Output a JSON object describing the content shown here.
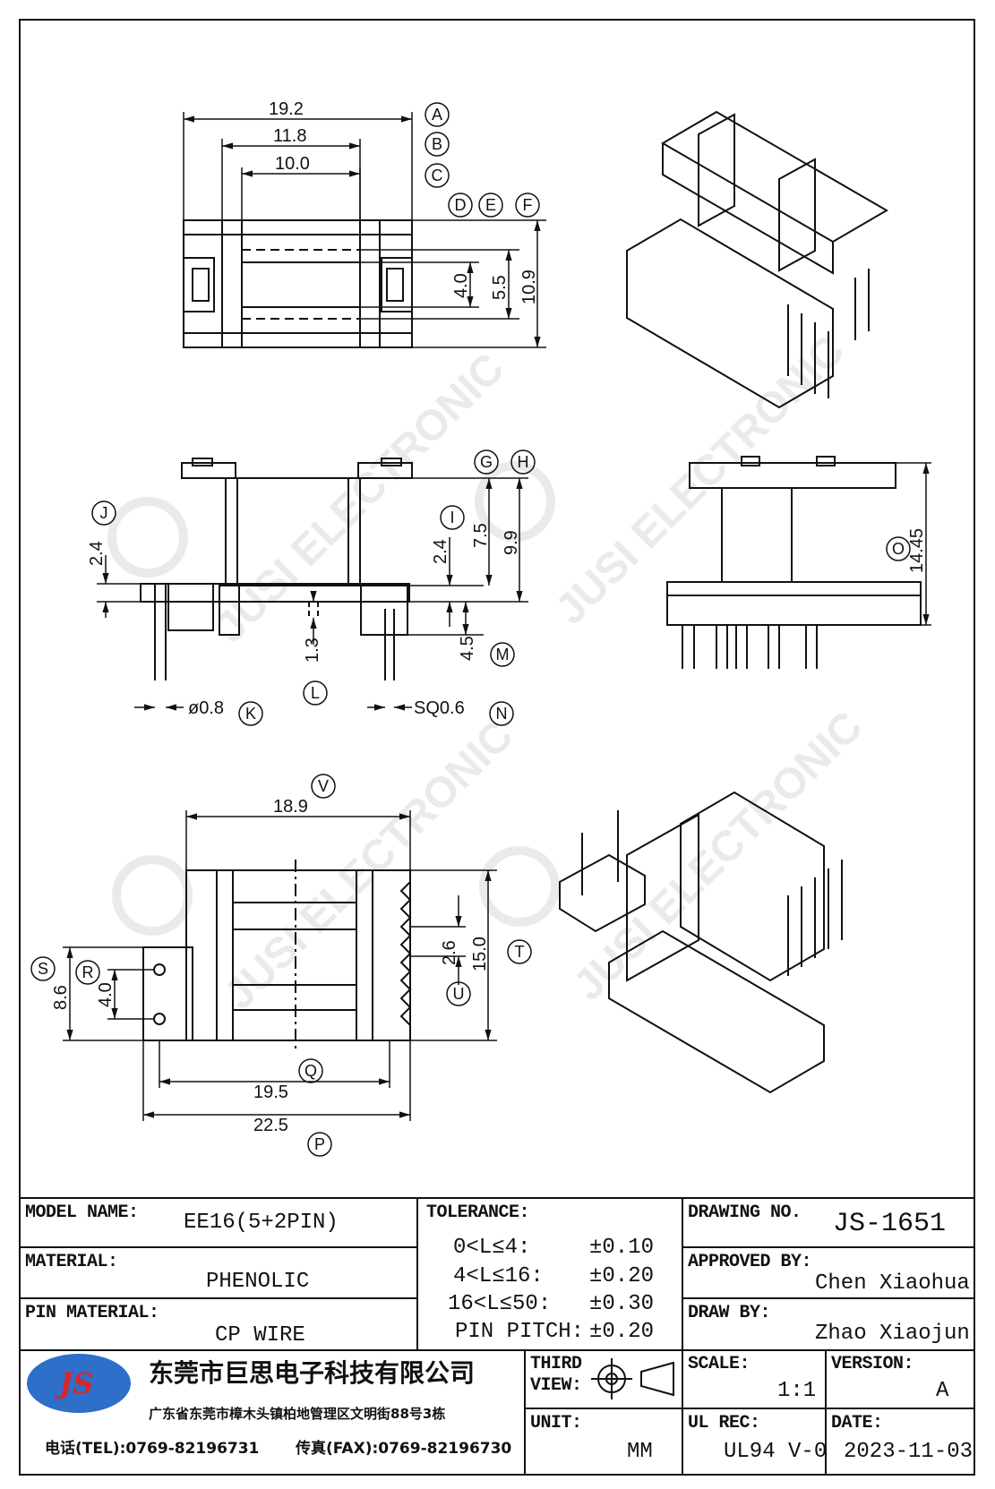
{
  "dimensions": {
    "top_view": [
      "19.2",
      "11.8",
      "10.0",
      "10.9",
      "5.5",
      "4.0"
    ],
    "top_view_markers": [
      "A",
      "B",
      "C",
      "D",
      "E",
      "F"
    ],
    "front_view": [
      "9.9",
      "7.5",
      "2.4",
      "2.4",
      "1.3",
      "4.5",
      "ø0.8",
      "SQ0.6"
    ],
    "front_view_markers": [
      "G",
      "H",
      "J",
      "I",
      "K",
      "L",
      "M",
      "N"
    ],
    "side_view": [
      "14.45"
    ],
    "side_view_markers": [
      "O"
    ],
    "bottom_view": [
      "18.9",
      "15.0",
      "2.6",
      "8.6",
      "4.0",
      "19.5",
      "22.5"
    ],
    "bottom_view_markers": [
      "V",
      "T",
      "U",
      "S",
      "R",
      "Q",
      "P"
    ]
  },
  "watermark": "JUSI ELECTRONIC",
  "title_block": {
    "model_label": "MODEL NAME:",
    "model_value": "EE16(5+2PIN)",
    "material_label": "MATERIAL:",
    "material_value": "PHENOLIC",
    "pin_material_label": "PIN MATERIAL:",
    "pin_material_value": "CP WIRE",
    "tolerance_label": "TOLERANCE:",
    "tolerances": [
      {
        "range": "0<L≤4:",
        "value": "±0.10"
      },
      {
        "range": "4<L≤16:",
        "value": "±0.20"
      },
      {
        "range": "16<L≤50:",
        "value": "±0.30"
      },
      {
        "range": "PIN PITCH:",
        "value": "±0.20"
      }
    ],
    "drawing_no_label": "DRAWING NO.",
    "drawing_no_value": "JS-1651",
    "approved_label": "APPROVED BY:",
    "approved_value": "Chen Xiaohua",
    "draw_label": "DRAW BY:",
    "draw_value": "Zhao Xiaojun",
    "logo_text": "JS",
    "company_name": "东莞市巨思电子科技有限公司",
    "company_address": "广东省东莞市樟木头镇柏地管理区文明街88号3栋",
    "tel": "电话(TEL):0769-82196731",
    "fax": "传真(FAX):0769-82196730",
    "third_view_label_1": "THIRD",
    "third_view_label_2": "VIEW:",
    "unit_label": "UNIT:",
    "unit_value": "MM",
    "scale_label": "SCALE:",
    "scale_value": "1:1",
    "version_label": "VERSION:",
    "version_value": "A",
    "ul_label": "UL REC:",
    "ul_value": "UL94 V-0",
    "date_label": "DATE:",
    "date_value": "2023-11-03"
  },
  "colors": {
    "logo_blue": "#2d6fc9",
    "logo_red": "#d8262c",
    "line": "#111111"
  }
}
